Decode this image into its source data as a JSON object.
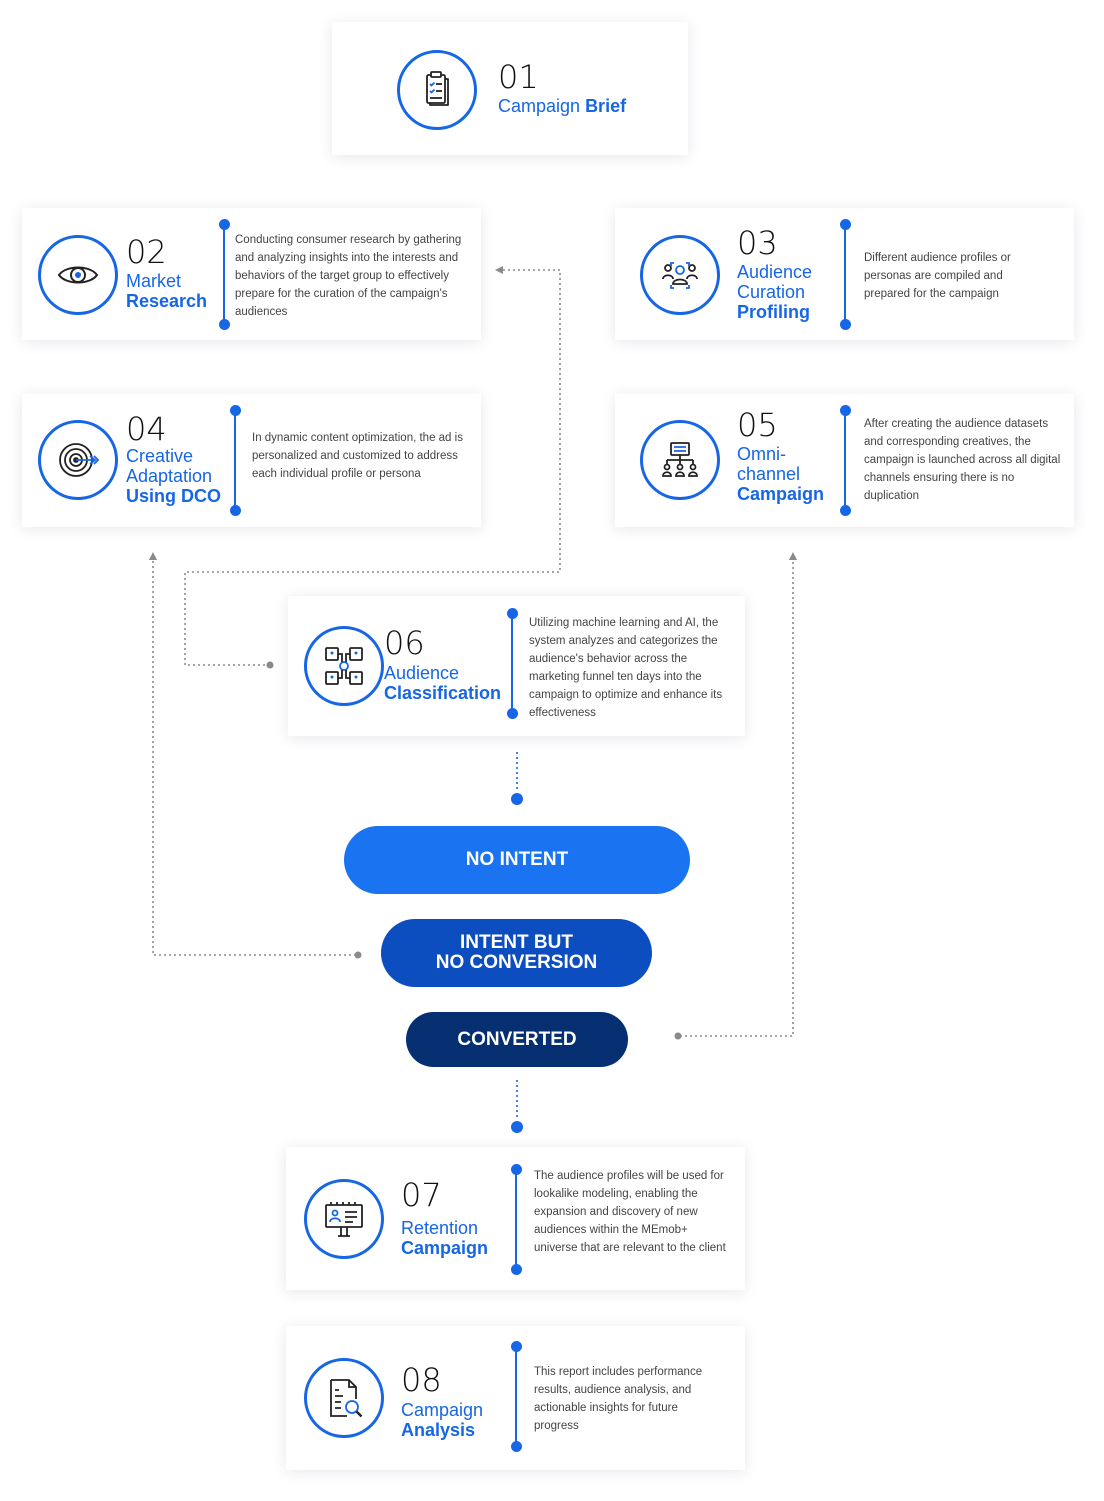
{
  "steps": [
    {
      "num": "01",
      "title_light": "Campaign",
      "title_bold": "Brief",
      "description": ""
    },
    {
      "num": "02",
      "title_light": "Market",
      "title_bold": "Research",
      "description": "Conducting consumer research by gathering and analyzing insights into the interests and behaviors of the target group to effectively prepare for the curation of the campaign's audiences"
    },
    {
      "num": "03",
      "title_light": "Audience Curation",
      "title_bold": "Profiling",
      "description": "Different audience profiles or personas are compiled and prepared for the campaign"
    },
    {
      "num": "04",
      "title_light": "Creative Adaptation",
      "title_bold": "Using DCO",
      "description": "In dynamic content optimization, the ad is personalized and customized to address each individual profile or persona"
    },
    {
      "num": "05",
      "title_light": "Omni- channel",
      "title_bold": "Campaign",
      "description": "After creating the audience datasets and corresponding creatives, the campaign is launched across all digital channels ensuring there is no duplication"
    },
    {
      "num": "06",
      "title_light": "Audience",
      "title_bold": "Classification",
      "description": "Utilizing machine learning and AI, the system analyzes and categorizes the audience's behavior across the marketing funnel ten days into the campaign to optimize and enhance its effectiveness"
    },
    {
      "num": "07",
      "title_light": "Retention",
      "title_bold": "Campaign",
      "description": "The audience profiles will be used for lookalike modeling, enabling the expansion and discovery of new audiences within the MEmob+ universe that are relevant to the client"
    },
    {
      "num": "08",
      "title_light": "Campaign",
      "title_bold": "Analysis",
      "description": "This report includes performance results, audience analysis, and actionable insights for future progress"
    }
  ],
  "outcomes": {
    "no_intent": "NO INTENT",
    "intent_line1": "INTENT BUT",
    "intent_line2": "NO CONVERSION",
    "converted": "CONVERTED"
  },
  "icons": [
    "clipboard-icon",
    "eye-icon",
    "audience-group-icon",
    "target-icon",
    "network-icon",
    "classification-icon",
    "billboard-icon",
    "report-search-icon"
  ],
  "colors": {
    "accent": "#1666e6",
    "pill_no_intent": "#1a73f0",
    "pill_intent": "#0c4dc0",
    "pill_converted": "#062f72",
    "connector": "#8a8a8a"
  }
}
